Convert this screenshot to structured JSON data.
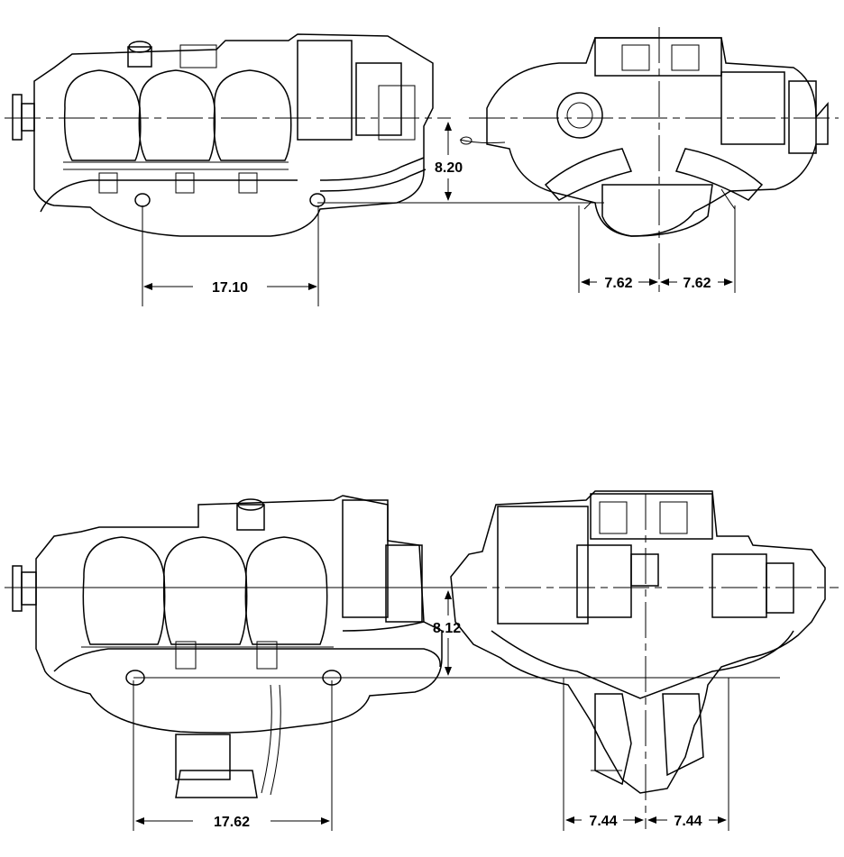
{
  "diagrams": [
    {
      "id": "top",
      "side_view": {
        "horizontal": "17.10",
        "vertical": "8.20"
      },
      "end_view": {
        "left": "7.62",
        "right": "7.62"
      }
    },
    {
      "id": "bottom",
      "side_view": {
        "horizontal": "17.62",
        "vertical": "8.12"
      },
      "end_view": {
        "left": "7.44",
        "right": "7.44"
      }
    }
  ]
}
